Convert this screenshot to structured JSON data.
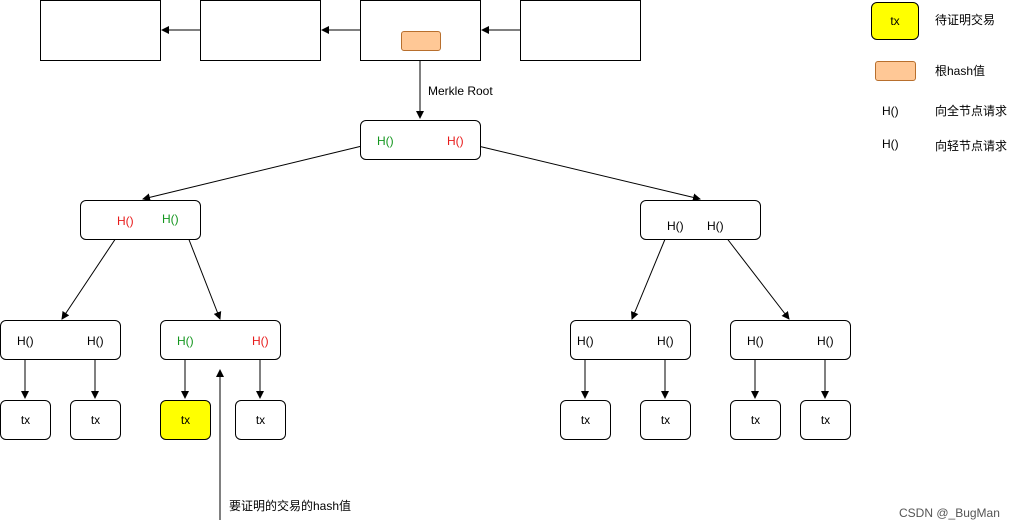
{
  "hash_label": "H()",
  "tx_label": "tx",
  "merkle_root_label": "Merkle Root",
  "annotation": "要证明的交易的hash值",
  "legend": {
    "tx_sample": "tx",
    "tx_desc": "待证明交易",
    "root_desc": "根hash值",
    "full_sample": "H()",
    "full_desc": "向全节点请求",
    "light_sample": "H()",
    "light_desc": "向轻节点请求"
  },
  "watermark": "CSDN @_BugMan",
  "colors": {
    "full_node_request": "#e81b1b",
    "light_node_request": "#14961e",
    "target_tx": "#ffff00",
    "root_hash": "#ffc896"
  }
}
